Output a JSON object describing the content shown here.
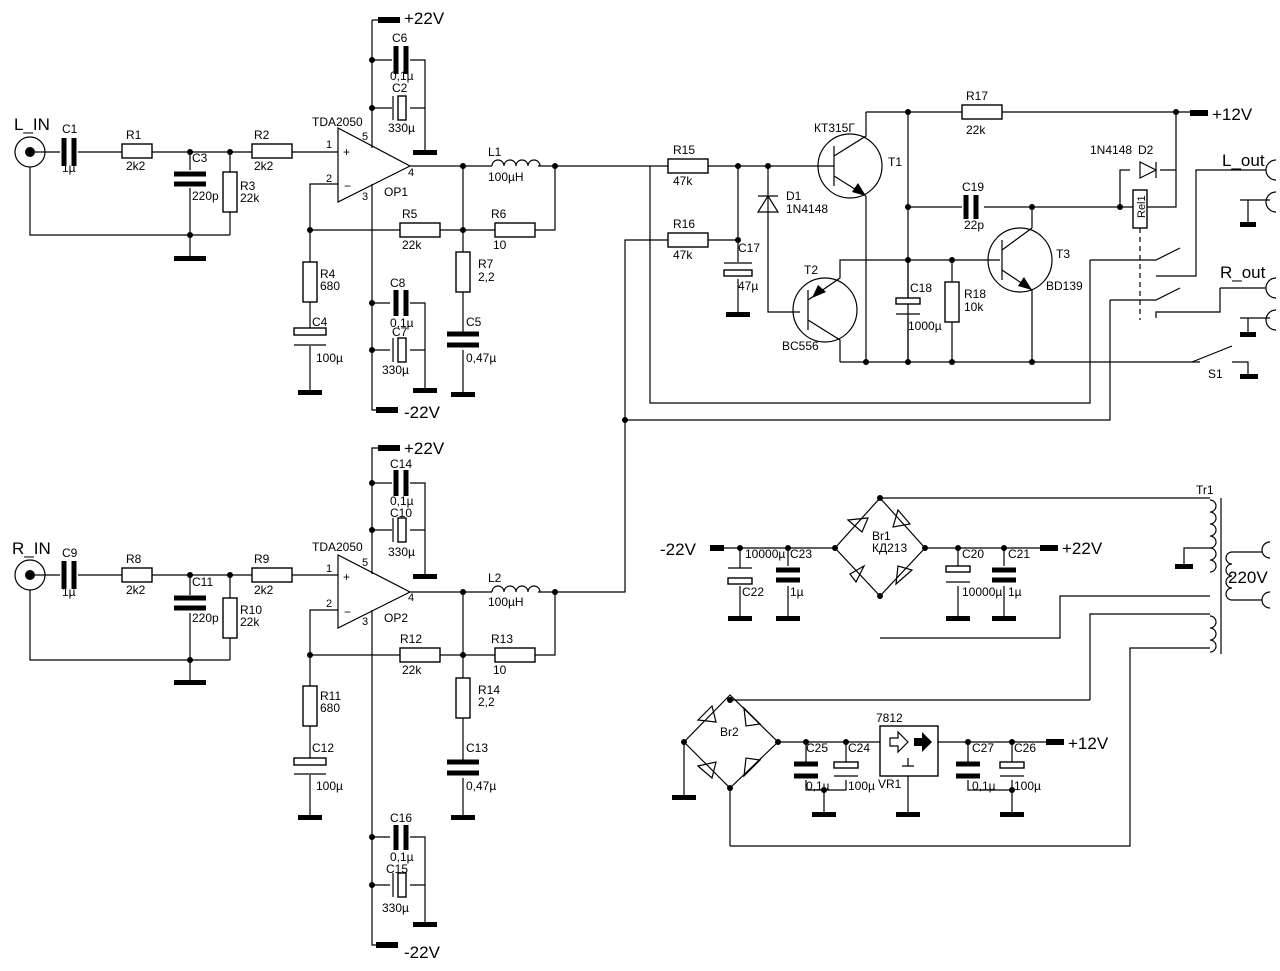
{
  "inputs": {
    "left": "L_IN",
    "right": "R_IN"
  },
  "outputs": {
    "left": "L_out",
    "right": "R_out",
    "mains": "220V"
  },
  "rails": {
    "pos22": "+22V",
    "neg22": "-22V",
    "pos12": "+12V"
  },
  "ch1": {
    "C1": {
      "ref": "C1",
      "val": "1µ"
    },
    "R1": {
      "ref": "R1",
      "val": "2k2"
    },
    "C3": {
      "ref": "C3",
      "val": "220p"
    },
    "R3": {
      "ref": "R3",
      "val": "22k"
    },
    "R2": {
      "ref": "R2",
      "val": "2k2"
    },
    "ic": {
      "part": "TDA2050",
      "ref": "OP1",
      "p1": "1",
      "p2": "2",
      "p3": "3",
      "p4": "4",
      "p5": "5"
    },
    "C6": {
      "ref": "C6",
      "val": "0,1µ"
    },
    "C2": {
      "ref": "C2",
      "val": "330µ"
    },
    "C8": {
      "ref": "C8",
      "val": "0,1µ"
    },
    "C7": {
      "ref": "C7",
      "val": "330µ"
    },
    "R4": {
      "ref": "R4",
      "val": "680"
    },
    "C4": {
      "ref": "C4",
      "val": "100µ"
    },
    "R5": {
      "ref": "R5",
      "val": "22k"
    },
    "L1": {
      "ref": "L1",
      "val": "100µH"
    },
    "R6": {
      "ref": "R6",
      "val": "10"
    },
    "R7": {
      "ref": "R7",
      "val": "2,2"
    },
    "C5": {
      "ref": "C5",
      "val": "0,47µ"
    }
  },
  "ch2": {
    "C9": {
      "ref": "C9",
      "val": "1µ"
    },
    "R8": {
      "ref": "R8",
      "val": "2k2"
    },
    "C11": {
      "ref": "C11",
      "val": "220p"
    },
    "R10": {
      "ref": "R10",
      "val": "22k"
    },
    "R9": {
      "ref": "R9",
      "val": "2k2"
    },
    "ic": {
      "part": "TDA2050",
      "ref": "OP2",
      "p1": "1",
      "p2": "2",
      "p3": "3",
      "p4": "4",
      "p5": "5"
    },
    "C14": {
      "ref": "C14",
      "val": "0,1µ"
    },
    "C10": {
      "ref": "C10",
      "val": "330µ"
    },
    "C16": {
      "ref": "C16",
      "val": "0,1µ"
    },
    "C15": {
      "ref": "C15",
      "val": "330µ"
    },
    "R11": {
      "ref": "R11",
      "val": "680"
    },
    "C12": {
      "ref": "C12",
      "val": "100µ"
    },
    "R12": {
      "ref": "R12",
      "val": "22k"
    },
    "L2": {
      "ref": "L2",
      "val": "100µH"
    },
    "R13": {
      "ref": "R13",
      "val": "10"
    },
    "R14": {
      "ref": "R14",
      "val": "2,2"
    },
    "C13": {
      "ref": "C13",
      "val": "0,47µ"
    }
  },
  "protect": {
    "R15": {
      "ref": "R15",
      "val": "47k"
    },
    "R16": {
      "ref": "R16",
      "val": "47k"
    },
    "C17": {
      "ref": "C17",
      "val": "47µ"
    },
    "D1": {
      "ref": "D1",
      "val": "1N4148"
    },
    "T1": {
      "ref": "T1",
      "val": "КТ315Г"
    },
    "T2": {
      "ref": "T2",
      "val": "BC556"
    },
    "T3": {
      "ref": "T3",
      "val": "BD139"
    },
    "R17": {
      "ref": "R17",
      "val": "22k"
    },
    "C19": {
      "ref": "C19",
      "val": "22p"
    },
    "C18": {
      "ref": "C18",
      "val": "1000µ"
    },
    "R18": {
      "ref": "R18",
      "val": "10k"
    },
    "D2": {
      "ref": "D2",
      "val": "1N4148"
    },
    "relay": {
      "ref": "Rel1"
    },
    "S1": {
      "ref": "S1"
    }
  },
  "psu": {
    "Tr1": {
      "ref": "Tr1"
    },
    "Br1": {
      "ref": "Br1",
      "val": "КД213"
    },
    "C22": {
      "ref": "C22",
      "val": "10000µ"
    },
    "C23": {
      "ref": "C23",
      "val": "1µ"
    },
    "C20": {
      "ref": "C20",
      "val": "10000µ"
    },
    "C21": {
      "ref": "C21",
      "val": "1µ"
    },
    "Br2": {
      "ref": "Br2"
    },
    "C25": {
      "ref": "C25",
      "val": "0,1µ"
    },
    "C24": {
      "ref": "C24",
      "val": "100µ"
    },
    "VR1": {
      "ref": "VR1",
      "part": "7812"
    },
    "C27": {
      "ref": "C27",
      "val": "0,1µ"
    },
    "C26": {
      "ref": "C26",
      "val": "100µ"
    }
  }
}
